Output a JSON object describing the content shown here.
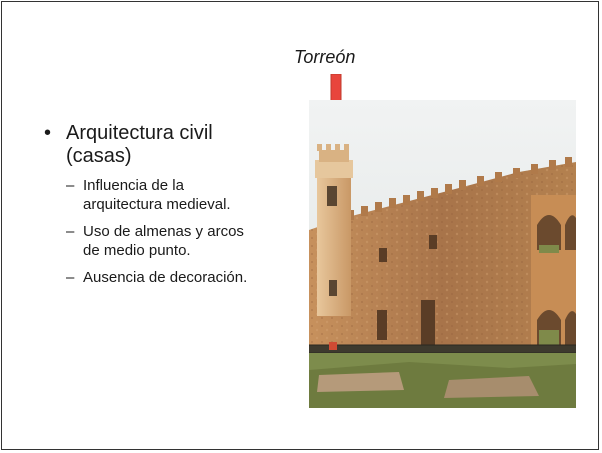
{
  "slide": {
    "callout_label": "Torreón",
    "bullet": {
      "text_line1": "Arquitectura civil",
      "text_line2": "(casas)"
    },
    "sub_bullets": [
      {
        "line1": "Influencia de la",
        "line2": "arquitectura medieval."
      },
      {
        "line1": "Uso de almenas y arcos",
        "line2": "de medio punto."
      },
      {
        "line1": "Ausencia de decoración.",
        "line2": ""
      }
    ],
    "colors": {
      "arrow": "#e8453c",
      "stone": "#b98552",
      "sky": "#e9ecec"
    }
  }
}
